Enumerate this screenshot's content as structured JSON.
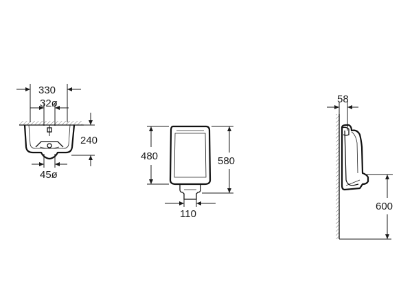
{
  "top_view": {
    "width_dim": "330",
    "inlet_dim": "32ø",
    "depth_dim": "240",
    "outlet_dim": "45ø"
  },
  "front_view": {
    "body_height_dim": "480",
    "total_height_dim": "580",
    "outlet_width_dim": "110"
  },
  "side_view": {
    "wall_offset_dim": "58",
    "mounting_height_dim": "600"
  }
}
